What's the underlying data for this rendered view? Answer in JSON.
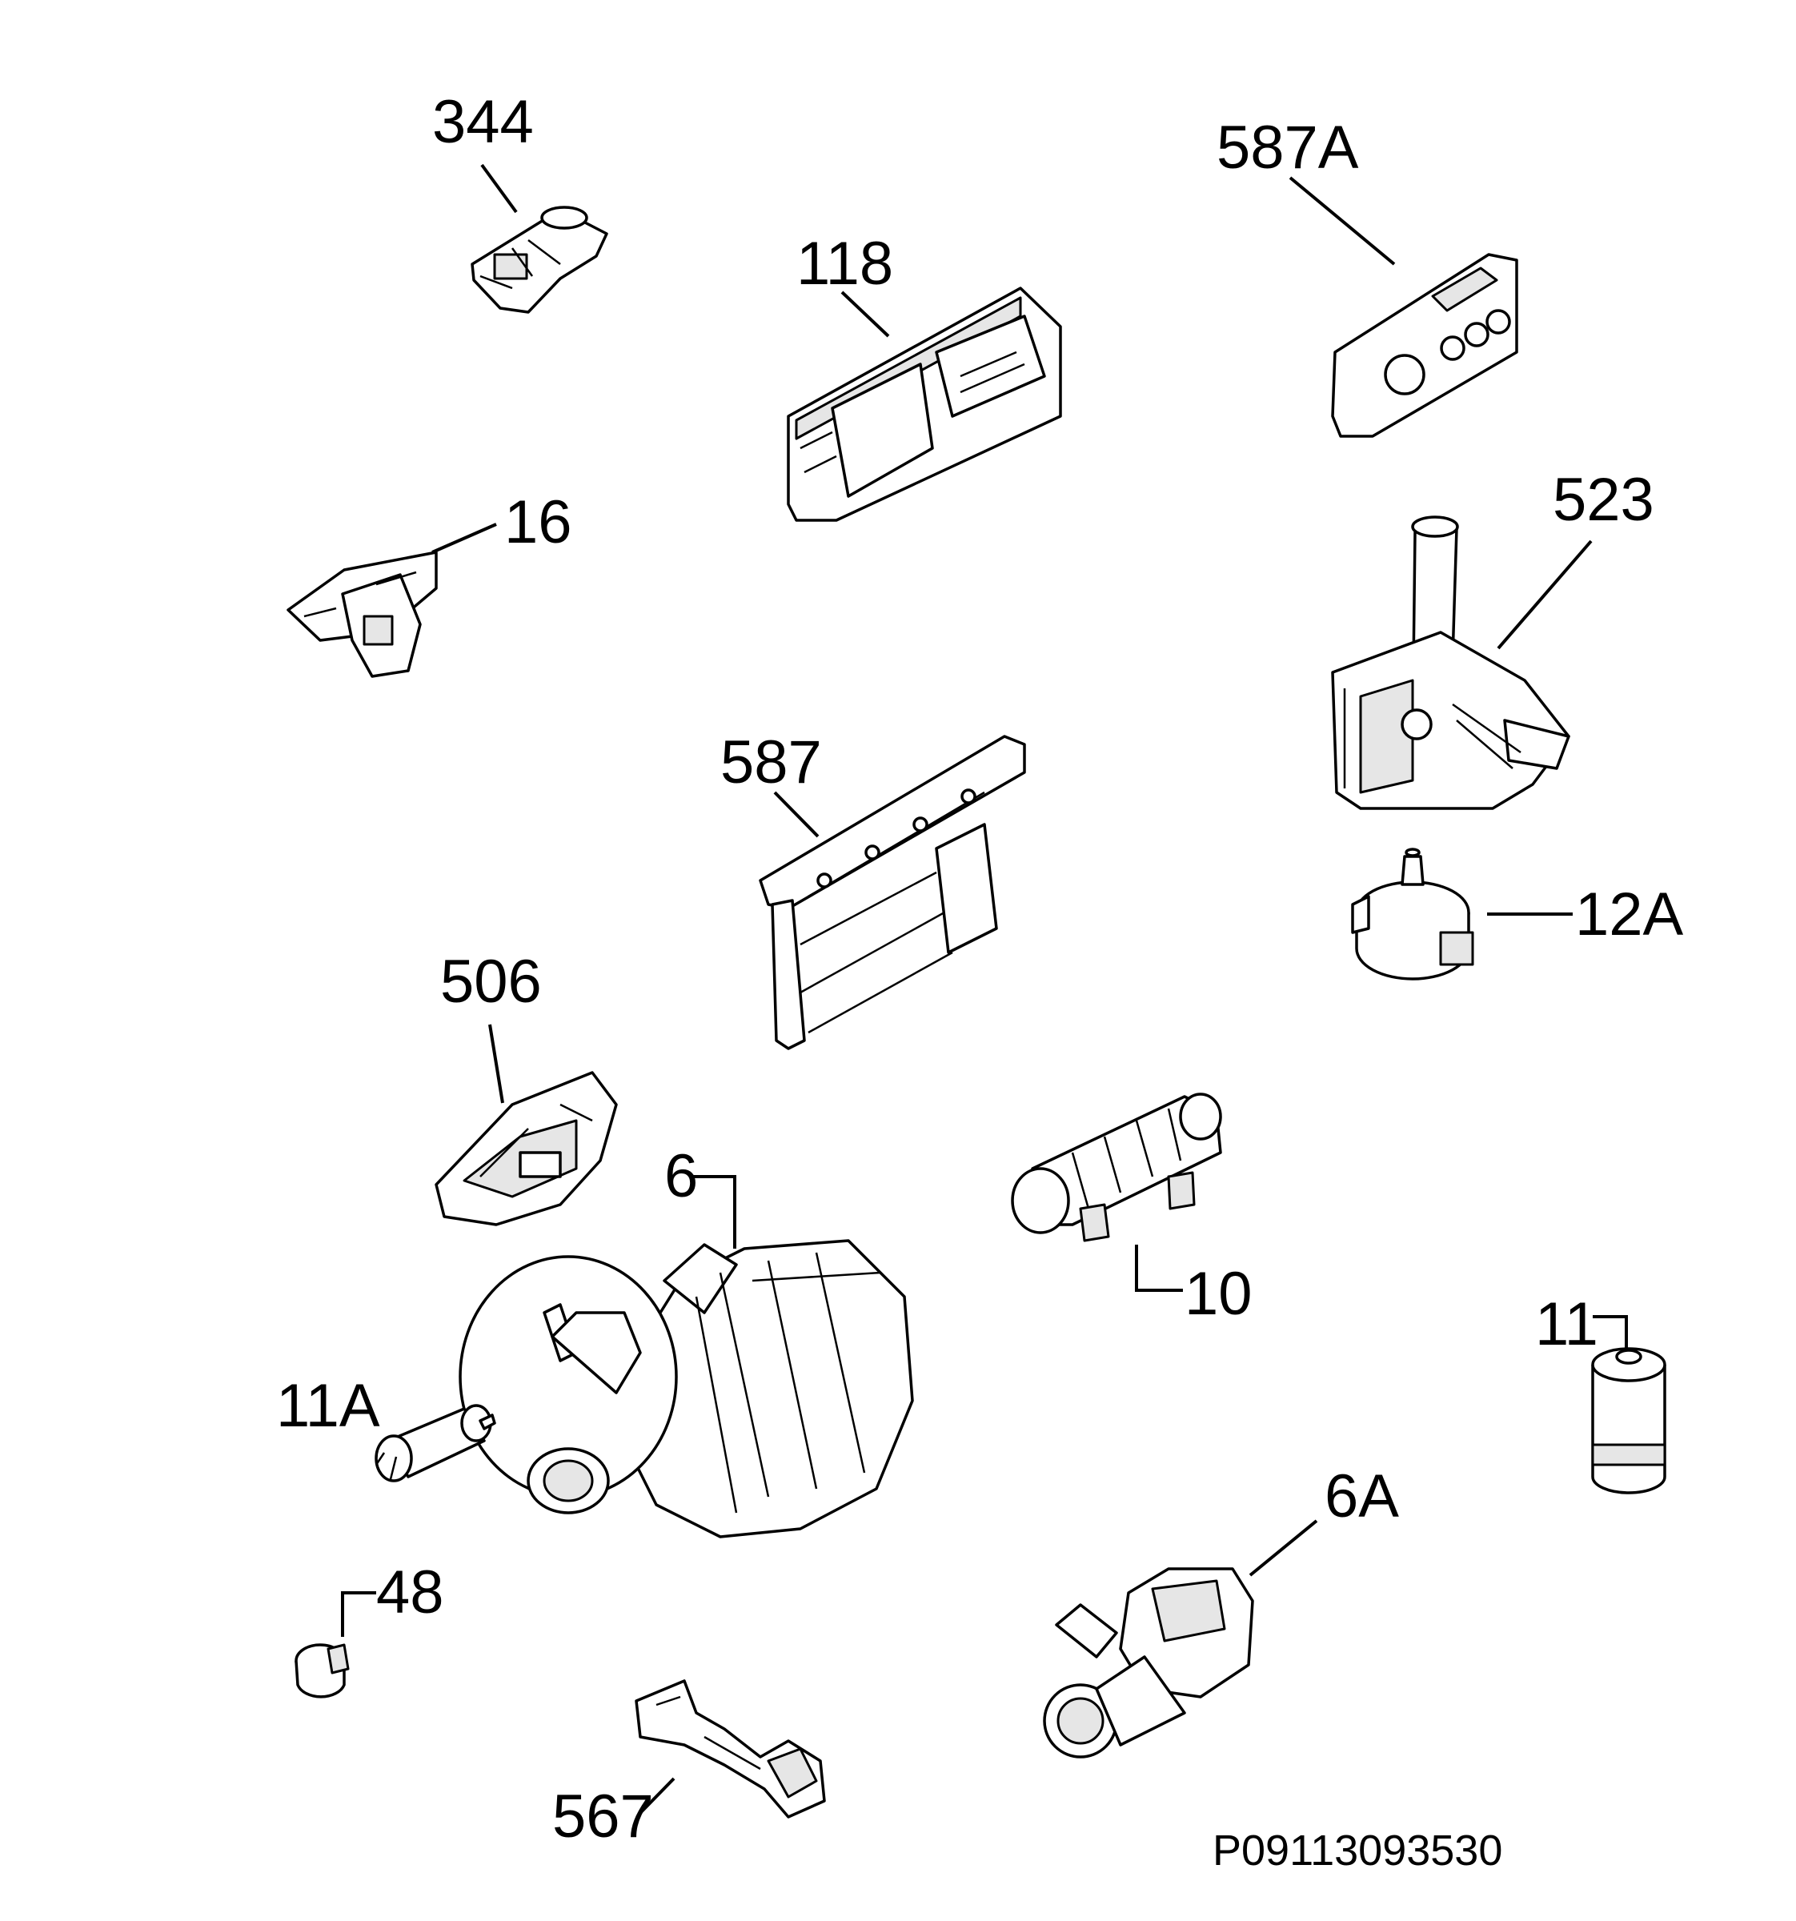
{
  "diagram_code": "P09113093530",
  "parts": [
    {
      "id": "p344",
      "label": "344"
    },
    {
      "id": "p118",
      "label": "118"
    },
    {
      "id": "p587A",
      "label": "587A"
    },
    {
      "id": "p16",
      "label": "16"
    },
    {
      "id": "p523",
      "label": "523"
    },
    {
      "id": "p587",
      "label": "587"
    },
    {
      "id": "p12A",
      "label": "12A"
    },
    {
      "id": "p506",
      "label": "506"
    },
    {
      "id": "p6",
      "label": "6"
    },
    {
      "id": "p10",
      "label": "10"
    },
    {
      "id": "p11",
      "label": "11"
    },
    {
      "id": "p11A",
      "label": "11A"
    },
    {
      "id": "p6A",
      "label": "6A"
    },
    {
      "id": "p48",
      "label": "48"
    },
    {
      "id": "p567",
      "label": "567"
    }
  ]
}
